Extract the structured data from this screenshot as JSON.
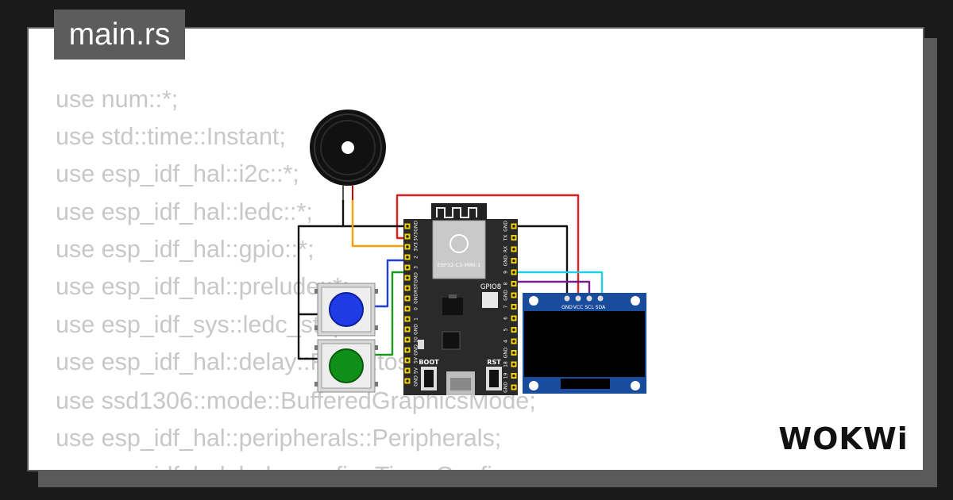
{
  "tab": {
    "filename": "main.rs"
  },
  "code_lines": [
    "use num::*;",
    "use std::time::Instant;",
    "use esp_idf_hal::i2c::*;",
    "use esp_idf_hal::ledc::*;",
    "use esp_idf_hal::gpio::*;",
    "use esp_idf_hal::prelude::*;",
    "use esp_idf_sys::ledc_stop;",
    "use esp_idf_hal::delay::FreeRtos;",
    "use ssd1306::mode::BufferedGraphicsMode;",
    "use esp_idf_hal::peripherals::Peripherals;",
    "use esp_idf_hal::ledc::config::TimerConfig;"
  ],
  "board": {
    "module_label": "ESP32-C3-MINI-1",
    "gpio_label": "GPIO8",
    "boot_label": "BOOT",
    "rst_label": "RST",
    "left_pins": [
      "GND",
      "3V3",
      "3V3",
      "2",
      "3",
      "GND",
      "RST",
      "GND",
      "0",
      "1",
      "GND",
      "10",
      "GND",
      "5V",
      "5V",
      "GND"
    ],
    "right_pins": [
      "GND",
      "TX",
      "RX",
      "GND",
      "9",
      "8",
      "GND",
      "7",
      "6",
      "5",
      "4",
      "GND",
      "18",
      "19",
      "GND"
    ]
  },
  "oled": {
    "pins": [
      "GND",
      "VCC",
      "SCL",
      "SDA"
    ]
  },
  "brand": {
    "logo_text": "WOKWi"
  },
  "colors": {
    "wire_red": "#e02020",
    "wire_black": "#111111",
    "wire_orange": "#f5a000",
    "wire_blue": "#1f3fd9",
    "wire_green": "#1a9a1a",
    "wire_cyan": "#22d0e6",
    "wire_purple": "#7a1d8a",
    "board_bg": "#2a2a2a",
    "oled_pcb": "#1a4c9e",
    "button_blue": "#1e3be6",
    "button_green": "#0f8f17"
  }
}
